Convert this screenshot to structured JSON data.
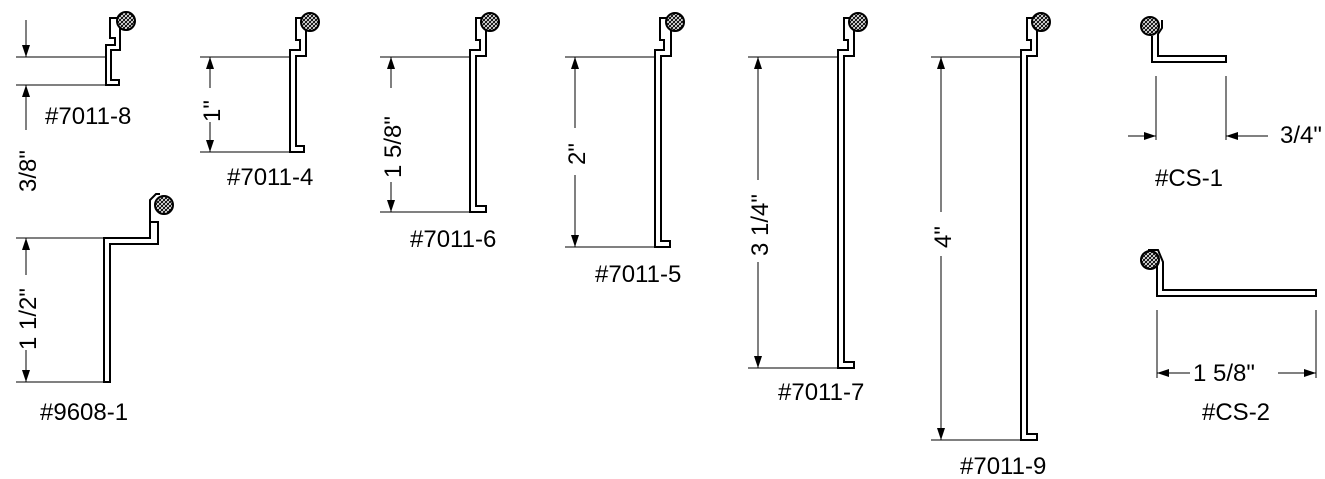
{
  "labels": {
    "p7011_8": "#7011-8",
    "p9608_1": "#9608-1",
    "p7011_4": "#7011-4",
    "p7011_6": "#7011-6",
    "p7011_5": "#7011-5",
    "p7011_7": "#7011-7",
    "p7011_9": "#7011-9",
    "pCS_1": "#CS-1",
    "pCS_2": "#CS-2"
  },
  "dimensions": {
    "d_7011_8": "3/8\"",
    "d_9608_1": "1 1/2\"",
    "d_7011_4": "1\"",
    "d_7011_6": "1 5/8\"",
    "d_7011_5": "2\"",
    "d_7011_7": "3 1/4\"",
    "d_7011_9": "4\"",
    "d_CS_1": "3/4\"",
    "d_CS_2": "1 5/8\""
  },
  "colors": {
    "line": "#000000",
    "background": "#ffffff"
  }
}
